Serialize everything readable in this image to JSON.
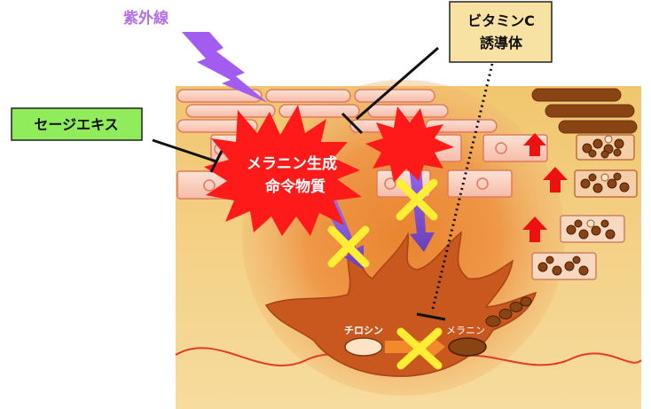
{
  "labels": {
    "uv": "紫外線",
    "vitc_line1": "ビタミンC",
    "vitc_line2": "誘導体",
    "sage": "セージエキス",
    "signal_line1": "メラニン生成",
    "signal_line2": "命令物質",
    "tyrosine": "チロシン",
    "melanin": "メラニン"
  },
  "colors": {
    "uv_text": "#b46ee6",
    "uv_bolt": "#a35cf0",
    "sage_box": "#90ec5a",
    "vitc_box": "#f7e2a4",
    "burst": "#ff1a1a",
    "block_x": "#ffee33",
    "arrow_up": "#ee1111",
    "melanocyte": "#c85a1e",
    "melanin_granule": "#6a3410"
  }
}
